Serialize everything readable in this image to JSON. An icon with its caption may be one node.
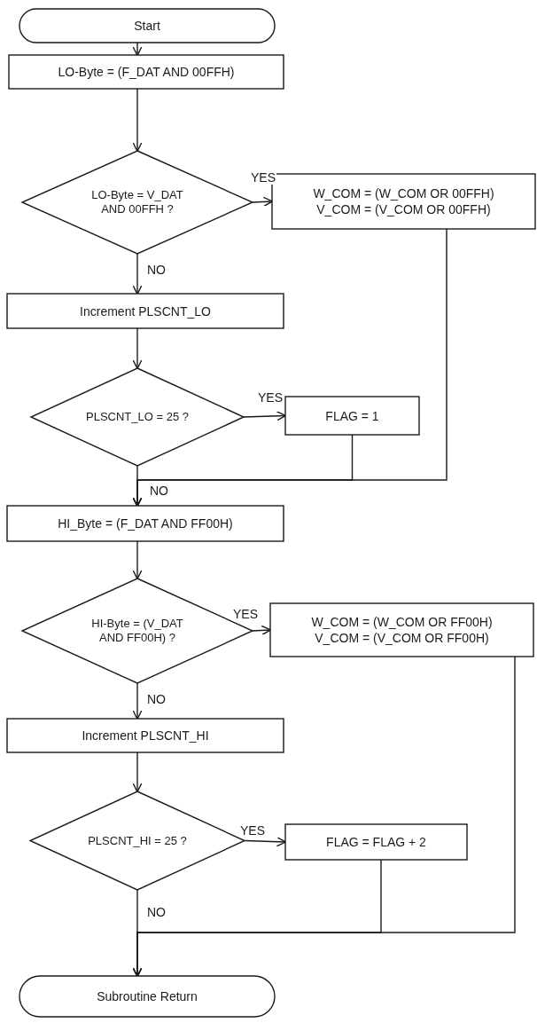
{
  "diagram": {
    "nodes": [
      {
        "text": [
          "Start"
        ]
      },
      {
        "text": [
          "LO-Byte = (F_DAT AND 00FFH)"
        ]
      },
      {
        "text": [
          "LO-Byte = V_DAT AND 00FFH ?"
        ]
      },
      {
        "text": [
          "W_COM = (W_COM OR 00FFH)",
          "V_COM = (V_COM OR 00FFH)"
        ]
      },
      {
        "text": [
          "Increment PLSCNT_LO"
        ]
      },
      {
        "text": [
          "PLSCNT_LO = 25 ?"
        ]
      },
      {
        "text": [
          "FLAG = 1"
        ]
      },
      {
        "text": [
          "HI_Byte = (F_DAT AND FF00H)"
        ]
      },
      {
        "text": [
          "HI-Byte = (V_DAT AND FF00H) ?"
        ]
      },
      {
        "text": [
          "W_COM = (W_COM OR FF00H)",
          "V_COM = (V_COM OR FF00H)"
        ]
      },
      {
        "text": [
          "Increment PLSCNT_HI"
        ]
      },
      {
        "text": [
          "PLSCNT_HI = 25 ?"
        ]
      },
      {
        "text": [
          "FLAG = FLAG + 2"
        ]
      },
      {
        "text": [
          "Subroutine Return"
        ]
      }
    ],
    "edges": [
      {
        "from": 0,
        "to": 1,
        "arrow": "to"
      },
      {
        "from": 1,
        "to": 2,
        "arrow": "to"
      },
      {
        "from": 2,
        "to": 3,
        "arrow": "to",
        "label": "YES"
      },
      {
        "from": 2,
        "to": 4,
        "arrow": "to",
        "label": "NO"
      },
      {
        "from": 4,
        "to": 5,
        "arrow": "to"
      },
      {
        "from": 5,
        "to": 6,
        "arrow": "to",
        "label": "YES"
      },
      {
        "from": 5,
        "to": 7,
        "arrow": "to",
        "label": "NO"
      },
      {
        "from": 6,
        "to": 7,
        "arrow": "to"
      },
      {
        "from": 3,
        "to": 7,
        "arrow": "to"
      },
      {
        "from": 7,
        "to": 8,
        "arrow": "to"
      },
      {
        "from": 8,
        "to": 9,
        "arrow": "to",
        "label": "YES"
      },
      {
        "from": 8,
        "to": 10,
        "arrow": "to",
        "label": "NO"
      },
      {
        "from": 10,
        "to": 11,
        "arrow": "to"
      },
      {
        "from": 11,
        "to": 12,
        "arrow": "to",
        "label": "YES"
      },
      {
        "from": 11,
        "to": 13,
        "arrow": "to",
        "label": "NO"
      },
      {
        "from": 12,
        "to": 13,
        "arrow": "to"
      },
      {
        "from": 9,
        "to": 13,
        "arrow": "to"
      }
    ]
  }
}
